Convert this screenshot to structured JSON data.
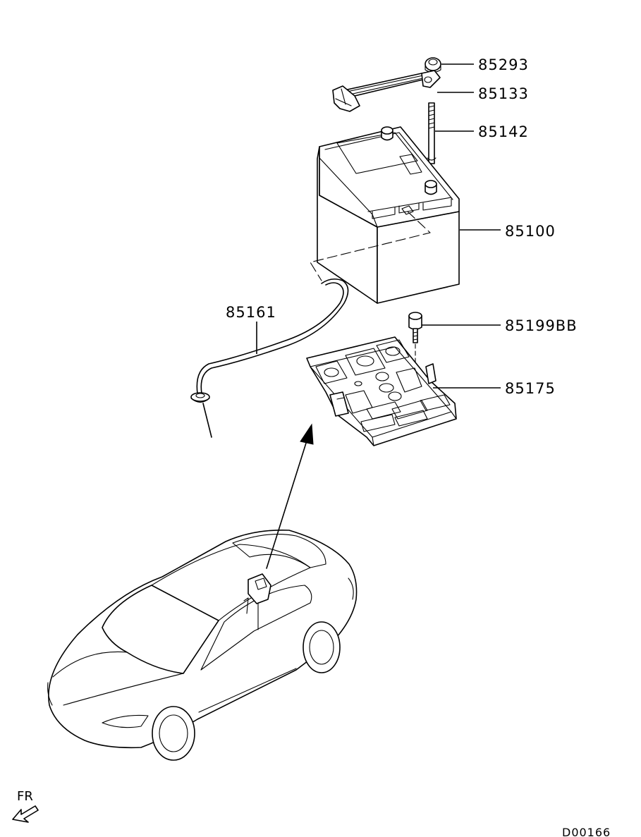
{
  "parts": [
    {
      "id": "bolt-nut",
      "number": "85293"
    },
    {
      "id": "hold-down-clamp",
      "number": "85133"
    },
    {
      "id": "hold-down-rod",
      "number": "85142"
    },
    {
      "id": "battery",
      "number": "85100"
    },
    {
      "id": "vent-hose",
      "number": "85161"
    },
    {
      "id": "tray-bolt",
      "number": "85199BB"
    },
    {
      "id": "battery-tray",
      "number": "85175"
    }
  ],
  "orientation_label": "FR",
  "diagram_code": "D00166"
}
